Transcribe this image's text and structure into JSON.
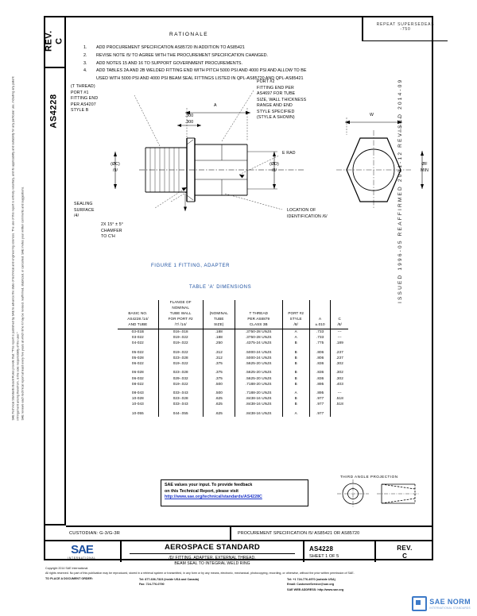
{
  "document": {
    "rev_strip_label": "REV.\nC",
    "doc_strip_label": "AS4228",
    "right_vertical_code": "ISSUED 1996-05    REAFFIRMED 2001-12    REVISED 2014-09"
  },
  "rationale": {
    "title": "RATIONALE",
    "stamp_line1": "REPEAT SUPERSEDEAS",
    "stamp_line2": "-750",
    "items": [
      {
        "num": "1.",
        "text": "ADD PROCUREMENT SPECIFICATION AS85720 IN ADDITION TO AS85421"
      },
      {
        "num": "2.",
        "text": "REVISE NOTE /5/ TO AGREE WITH THE PROCUREMENT SPECIFICATION CHANGED."
      },
      {
        "num": "3.",
        "text": "ADD NOTES 15 AND 16 TO SUPPORT GOVERNMENT PROCUREMENTS."
      },
      {
        "num": "4.",
        "text": "ADD TABLES 2A AND 2B WELDED FITTING END WITH PITCH 5000 PSI AND 4000 PSI AND ALLOW TO BE",
        "cont": "USED WITH 5000 PSI AND 4000 PSI BEAM SEAL FITTINGS LISTED IN QPL-AS85720 AND QPL-AS85421"
      }
    ]
  },
  "drawing": {
    "labels": {
      "port1": "(T THREAD)\nPORT #1\nFITTING END\nPER AS4207\nSTYLE B",
      "port2": "PORT #2\nFITTING END PER\nAS4697 FOR TUBE\nSIZE, WALL THICKNESS\nRANGE AND END\nSTYLE SPECIFIED\n(STYLE A SHOWN)",
      "dim_a": "A",
      "dim_300": ".300\n.300",
      "dim_w": "W",
      "dim_of_min": "ØF\nMIN",
      "dim_oc": "(ØC)\n/9/",
      "dim_od": "(ØD)\n/8/",
      "sealing": "SEALING\nSURFACE\n/4/",
      "chamfer": "2X 15° ± 5°\nCHAMFER\nTO C'H",
      "erad": "E RAD",
      "ident": "LOCATION OF\nIDENTIFICATION /6/"
    },
    "figure_caption": "FIGURE 1  FITTING, ADAPTER",
    "table_caption": "TABLE 'A'  DIMENSIONS"
  },
  "table": {
    "headers": [
      "BASIC NO.\nAS4228 /14/\nAND TUBE",
      "FLANGE OF\nNOMINAL\nTUBE WALL\nFOR PORT #2\n/7/ /14/",
      "(NOMINAL\nTUBE\nSIZE)",
      "T THREAD\nPER AS8879\nCLASS 3B",
      "PORT #2\nSTYLE\n/8/",
      "A\n±.010",
      "C\n/8/"
    ],
    "groups": [
      [
        {
          "basic": "03-01B",
          "wall": "016-.018",
          "size": ".188",
          "thread": ".3750-28 UNJS",
          "style": "A",
          "a": ".733",
          "c": "---"
        },
        {
          "basic": "03-022",
          "wall": "019-.022",
          "size": ".188",
          "thread": ".3750-28 UNJS",
          "style": "A",
          "a": ".733",
          "c": "---"
        },
        {
          "basic": "04-022",
          "wall": "019-.022",
          "size": ".250",
          "thread": ".4375-24 UNJS",
          "style": "B",
          "a": ".775",
          "c": ".189"
        }
      ],
      [
        {
          "basic": "05-022",
          "wall": "019-.022",
          "size": ".312",
          "thread": ".5000-24 UNJS",
          "style": "B",
          "a": ".806",
          "c": ".237"
        },
        {
          "basic": "05-028",
          "wall": "023-.028",
          "size": ".312",
          "thread": ".5000-24 UNJS",
          "style": "B",
          "a": ".806",
          "c": ".237"
        },
        {
          "basic": "06-022",
          "wall": "019-.022",
          "size": ".375",
          "thread": ".5625-20 UNJS",
          "style": "B",
          "a": ".836",
          "c": ".302"
        }
      ],
      [
        {
          "basic": "06-028",
          "wall": "023-.028",
          "size": ".375",
          "thread": ".5625-20 UNJS",
          "style": "B",
          "a": ".836",
          "c": ".302"
        },
        {
          "basic": "06-032",
          "wall": "029-.032",
          "size": ".375",
          "thread": ".5625-20 UNJS",
          "style": "B",
          "a": ".836",
          "c": ".302"
        },
        {
          "basic": "08-022",
          "wall": "019-.022",
          "size": ".500",
          "thread": ".7188-20 UNJS",
          "style": "B",
          "a": ".895",
          "c": ".403"
        }
      ],
      [
        {
          "basic": "08-043",
          "wall": "033-.043",
          "size": ".500",
          "thread": ".7188-20 UNJS",
          "style": "A",
          "a": ".895",
          "c": "---"
        },
        {
          "basic": "10-028",
          "wall": "023-.028",
          "size": ".625",
          "thread": ".8438-16 UNJS",
          "style": "B",
          "a": ".977",
          "c": ".518"
        },
        {
          "basic": "10-043",
          "wall": "033-.043",
          "size": ".625",
          "thread": ".8438-16 UNJS",
          "style": "B",
          "a": ".977",
          "c": ".518"
        }
      ],
      [
        {
          "basic": "10-055",
          "wall": "044-.055",
          "size": ".625",
          "thread": ".8438-16 UNJS",
          "style": "A",
          "a": ".977",
          "c": ""
        }
      ]
    ]
  },
  "feedback": {
    "line1": "SAE values your input. To provide feedback",
    "line2": "on this Technical Report, please visit",
    "url": "http://www.sae.org/technical/standards/AS4228C"
  },
  "projection": {
    "title": "THIRD ANGLE PROJECTION"
  },
  "title_block": {
    "custodian": "CUSTODIAN: G-3/G-3R",
    "procurement": "PROCUREMENT SPECIFICATION /5/ AS85421 OR AS85720",
    "logo_mark": "SAE",
    "logo_sub": "INTERNATIONAL",
    "standard_title": "AEROSPACE STANDARD",
    "subtitle_line1": "/D/ FITTING, ADAPTER, EXTERNAL THREAD,",
    "subtitle_line2": "BEAM SEAL TO INTEGRAL WELD RING",
    "doc_number": "AS4228",
    "sheet": "SHEET 1 OF 5",
    "rev_label": "REV.",
    "rev_value": "C"
  },
  "footer": {
    "copyright": "Copyright 2014 SAE International",
    "rights": "All rights reserved. No part of this publication may be reproduced, stored in a retrieval system or transmitted, in any form or by any means, electronic, mechanical, photocopying, recording, or otherwise, without the prior written permission of SAE.",
    "order_label": "TO PLACE A DOCUMENT ORDER:",
    "tel_inside": "Tel:  877-606-7323 (inside USA and Canada)",
    "tel_outside": "Tel:  +1 724-776-4970 (outside USA)",
    "fax": "Fax: 724-776-0790",
    "email": "Email: CustomerService@sae.org",
    "web_label": "SAE WEB ADDRESS:",
    "web": "http://www.sae.org"
  },
  "legal_left": [
    "SAE Technical Standards Board Rules provide that: \"This report is published by SAE to advance the state of technical and engineering sciences. The use of this report is entirely voluntary, and its applicability and suitability for any particular use, including any patent infringement arising therefrom, is the sole responsibility of the user.\"",
    "SAE reviews each technical report at least every five years at which time it may be revised, reaffirmed, stabilized, or cancelled. SAE invites your written comments and suggestions."
  ],
  "watermark": {
    "title": "SAE NORM",
    "subtitle": "INTERNATIONAL STANDARDS"
  }
}
